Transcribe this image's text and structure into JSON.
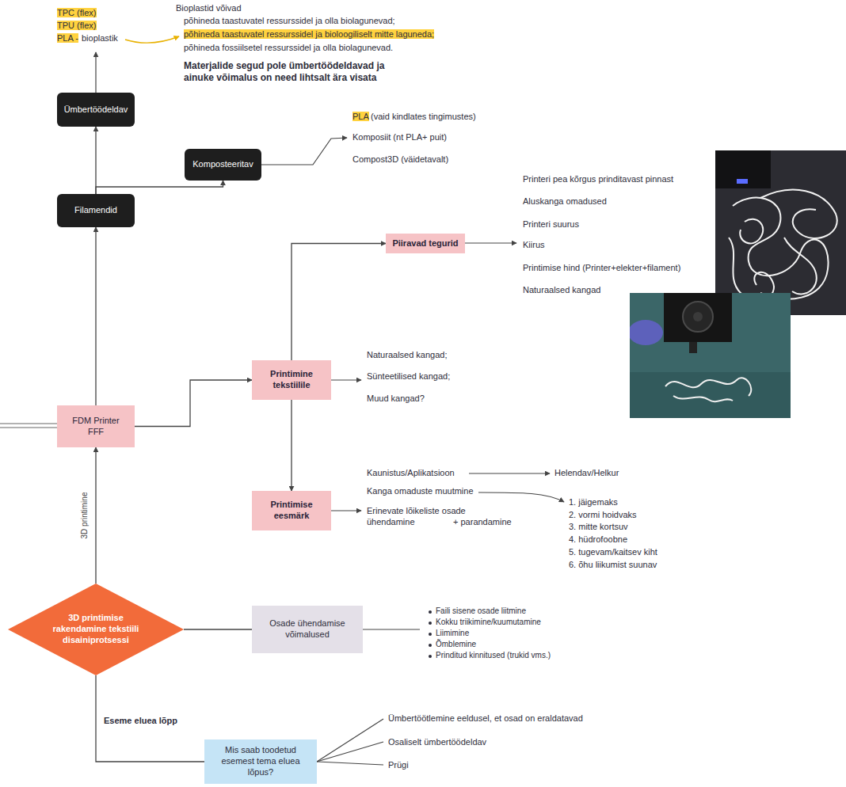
{
  "diagram": {
    "nodes": [
      {
        "text": [
          "3D printimise rakendamine tekstiili disainiprotsessi"
        ]
      },
      {
        "text": [
          "FDM Printer",
          "FFF"
        ]
      },
      {
        "text": [
          "Filamendid"
        ]
      },
      {
        "text": [
          "Ümbertöödeldav"
        ]
      },
      {
        "text": [
          "Komposteeritav"
        ]
      },
      {
        "text": [
          "Printimine tekstiilile"
        ]
      },
      {
        "text": [
          "Piiravad tegurid"
        ]
      },
      {
        "text": [
          "Printimise eesmärk"
        ]
      },
      {
        "text": [
          "Osade ühendamise võimalused"
        ]
      },
      {
        "text": [
          "Mis saab toodetud esemest tema eluea lõpus?"
        ]
      }
    ],
    "edges": [
      {
        "from": 0,
        "to": 1,
        "arrow": "to",
        "label": "3D printimine"
      },
      {
        "from": 1,
        "to": 2,
        "arrow": "to"
      },
      {
        "from": 2,
        "to": 3,
        "arrow": "to"
      },
      {
        "from": 2,
        "to": 4,
        "arrow": "to"
      },
      {
        "from": 1,
        "to": 5,
        "arrow": "to"
      },
      {
        "from": 5,
        "to": 6,
        "arrow": "to"
      },
      {
        "from": 5,
        "to": 7,
        "arrow": "to"
      },
      {
        "from": 0,
        "to": 8,
        "arrow": "none"
      },
      {
        "from": 0,
        "to": 9,
        "arrow": "none",
        "label": "Eseme eluea lõpp"
      }
    ],
    "labels": [
      "TPC (flex)",
      "TPU (flex)",
      "PLA -",
      "bioplastik",
      "Bioplastid võivad",
      "põhineda taastuvatel ressurssidel ja olla biolagunevad;",
      "põhineda taastuvatel ressurssidel ja bioloogiliselt mitte laguneda;",
      "põhineda fossiilsetel ressurssidel ja olla biolagunevad.",
      "Materjalide segud pole ümbertöödeldavad ja ainuke võimalus on need lihtsalt ära visata",
      "PLA",
      "(vaid kindlates tingimustes)",
      "Komposiit (nt PLA+ puit)",
      "Compost3D (väidetavalt)",
      "Printeri pea kõrgus prinditavast pinnast",
      "Aluskanga omadused",
      "Printeri suurus",
      "Kiirus",
      "Printimise hind (Printer+elekter+filament)",
      "Naturaalsed kangad",
      "Naturaalsed kangad;",
      "Sünteetilised kangad;",
      "Muud kangad?",
      "Kaunistus/Aplikatsioon",
      "Helendav/Helkur",
      "Kanga omaduste muutmine",
      "1. jäigemaks",
      "2. vormi hoidvaks",
      "3. mitte kortsuv",
      "4. hüdrofoobne",
      "5. tugevam/kaitsev kiht",
      "6. õhu liikumist suunav",
      "Erinevate lõikeliste osade ühendamine",
      "+ parandamine",
      "Faili sisene osade liitmine",
      "Kokku triikimine/kuumutamine",
      "Liimimine",
      "Õmblemine",
      "Prinditud kinnitused (trukid vms.)",
      "Ümbertöötlemine eeldusel, et osad on eraldatavad",
      "Osaliselt ümbertöödeldav",
      "Prügi"
    ]
  }
}
